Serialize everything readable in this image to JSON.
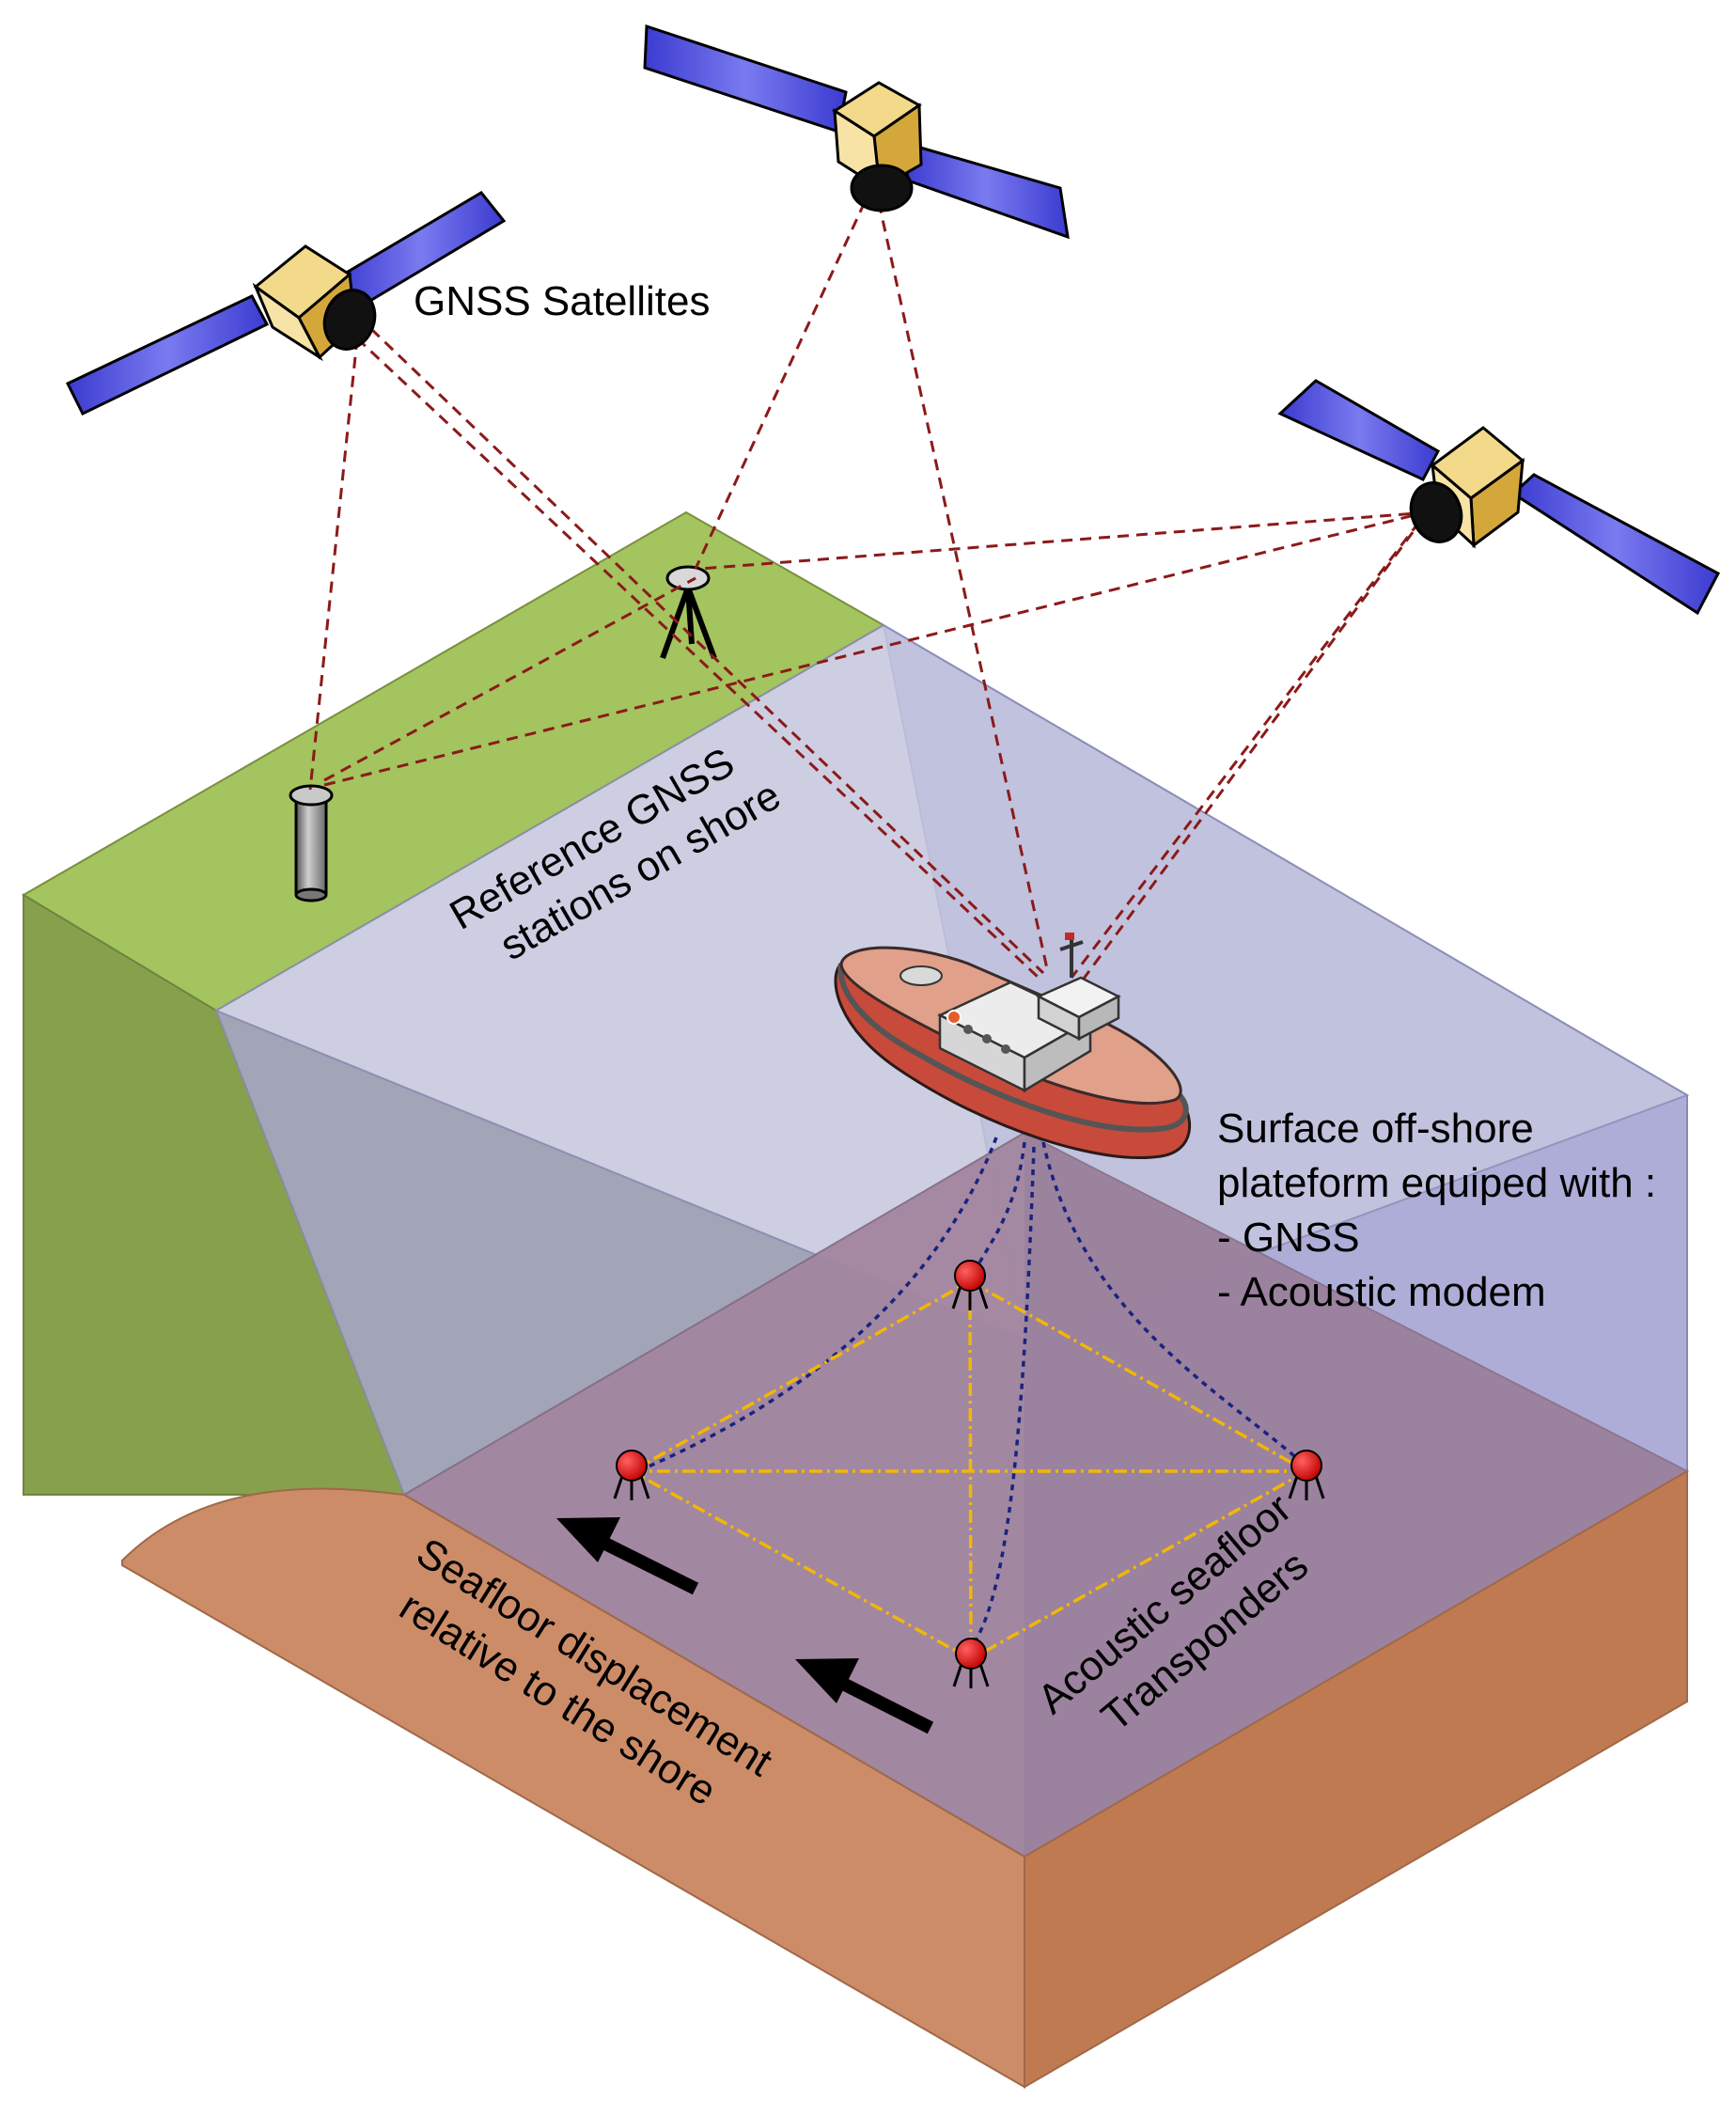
{
  "labels": {
    "satellites": "GNSS Satellites",
    "reference_line1": "Reference GNSS",
    "reference_line2": "stations on shore",
    "platform_line1": "Surface off-shore",
    "platform_line2": "plateform equiped with :",
    "platform_line3": "- GNSS",
    "platform_line4": "- Acoustic modem",
    "transponders_line1": "Acoustic seafloor",
    "transponders_line2": "Transponders",
    "displacement_line1": "Seafloor displacement",
    "displacement_line2": "relative to the shore"
  },
  "colors": {
    "land_top": "#a3c45e",
    "land_side": "#87a04c",
    "seafloor_sediment": "#c98a62",
    "water_front": "#9c9fb8",
    "water_side": "#a7a7d4",
    "gnss_link": "#8b1a1a",
    "acoustic_link": "#1a237e",
    "transponder_baseline": "#f2b705",
    "transponder": "#d40000",
    "solar_panel": "#5c5cdb",
    "satellite_body": "#f3d98a"
  }
}
